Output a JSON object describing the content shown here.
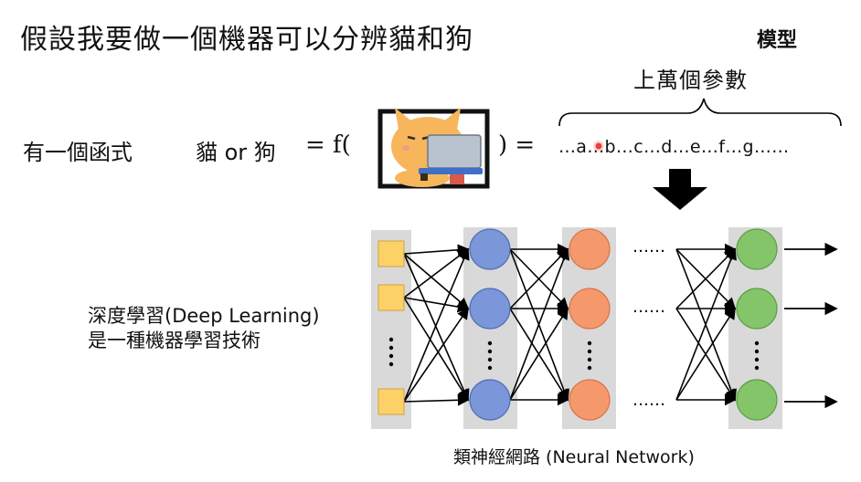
{
  "title": "假設我要做一個機器可以分辨貓和狗",
  "model": {
    "label": "模型",
    "param_count_label": "上萬個參數"
  },
  "function": {
    "label": "有一個函式",
    "output": "貓 or 狗",
    "equals_f": "= f(",
    "close": ")  =",
    "params": "…a…b…c…d…e…f…g……",
    "image_icon": "cat-with-laptop-icon"
  },
  "deep_learning": {
    "line1": "深度學習(Deep Learning)",
    "line2": "是一種機器學習技術"
  },
  "network": {
    "caption": "類神經網路 (Neural Network)",
    "ellipsis": "……",
    "vertical_ellipsis": "⋮",
    "colors": {
      "input": "#fcd167",
      "hidden1": "#7b96d9",
      "hidden2": "#f5996c",
      "output": "#84c56a",
      "band": "#d9d9d9"
    }
  },
  "colors": {
    "highlight_dot": "#e8423a"
  }
}
